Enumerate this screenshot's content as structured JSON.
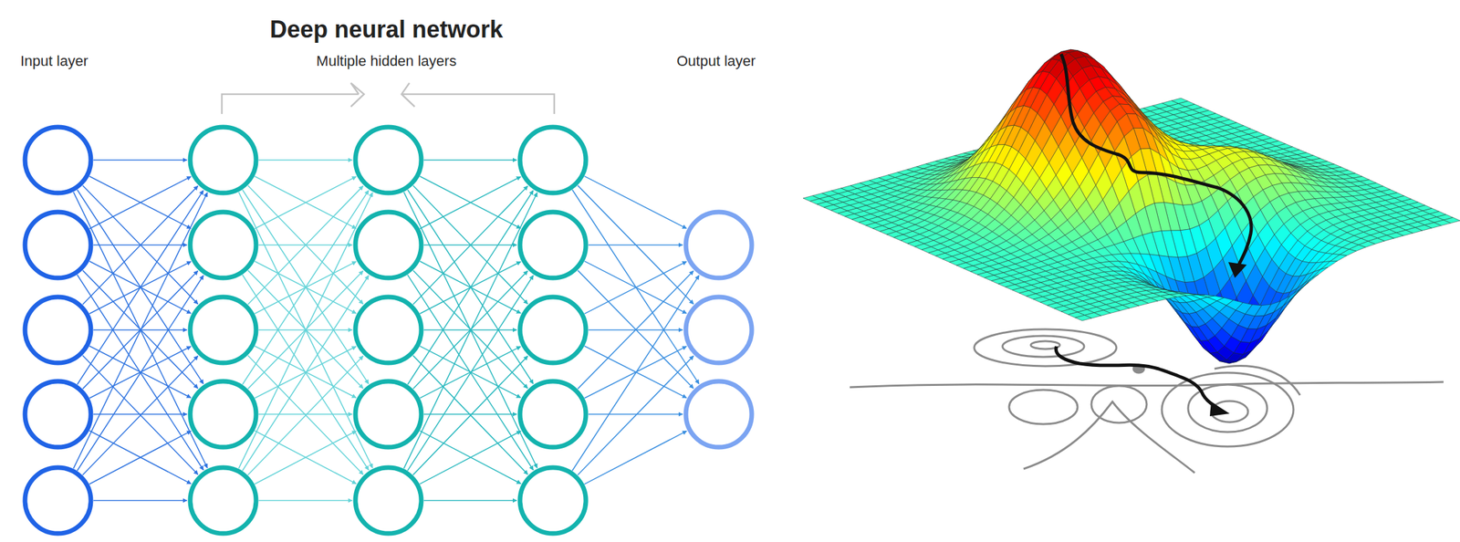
{
  "diagram": {
    "title": "Deep neural network",
    "labels": [
      "Input layer",
      "Multiple hidden layers",
      "Output layer"
    ]
  }
}
